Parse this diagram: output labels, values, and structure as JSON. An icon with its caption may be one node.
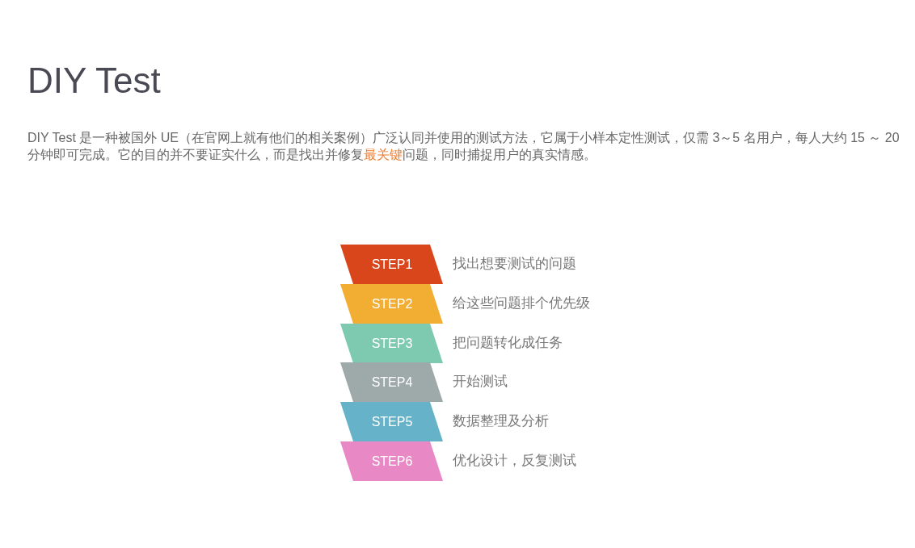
{
  "diagram": {
    "title": "DIY Test",
    "nodes": [
      {
        "text": [
          "STEP1"
        ],
        "beside": [
          "找出想要测试的问题"
        ]
      },
      {
        "text": [
          "STEP2"
        ],
        "beside": [
          "给这些问题排个优先级"
        ]
      },
      {
        "text": [
          "STEP3"
        ],
        "beside": [
          "把问题转化成任务"
        ]
      },
      {
        "text": [
          "STEP4"
        ],
        "beside": [
          "开始测试"
        ]
      },
      {
        "text": [
          "STEP5"
        ],
        "beside": [
          "数据整理及分析"
        ]
      },
      {
        "text": [
          "STEP6"
        ],
        "beside": [
          "优化设计，反复测试"
        ]
      }
    ],
    "labels": [
      "DIY Test 是一种被国外 UE（在官网上就有他们的相关案例）广泛认同并使用的测试方法，它属于小样本定性测试，仅需 3～5 名用户，每人大约 15 ～ 20 分钟即可完成。它的目的并不要证实什么，而是找出并修复**最关键**问题，同时捕捉用户的真实情感。"
    ]
  }
}
